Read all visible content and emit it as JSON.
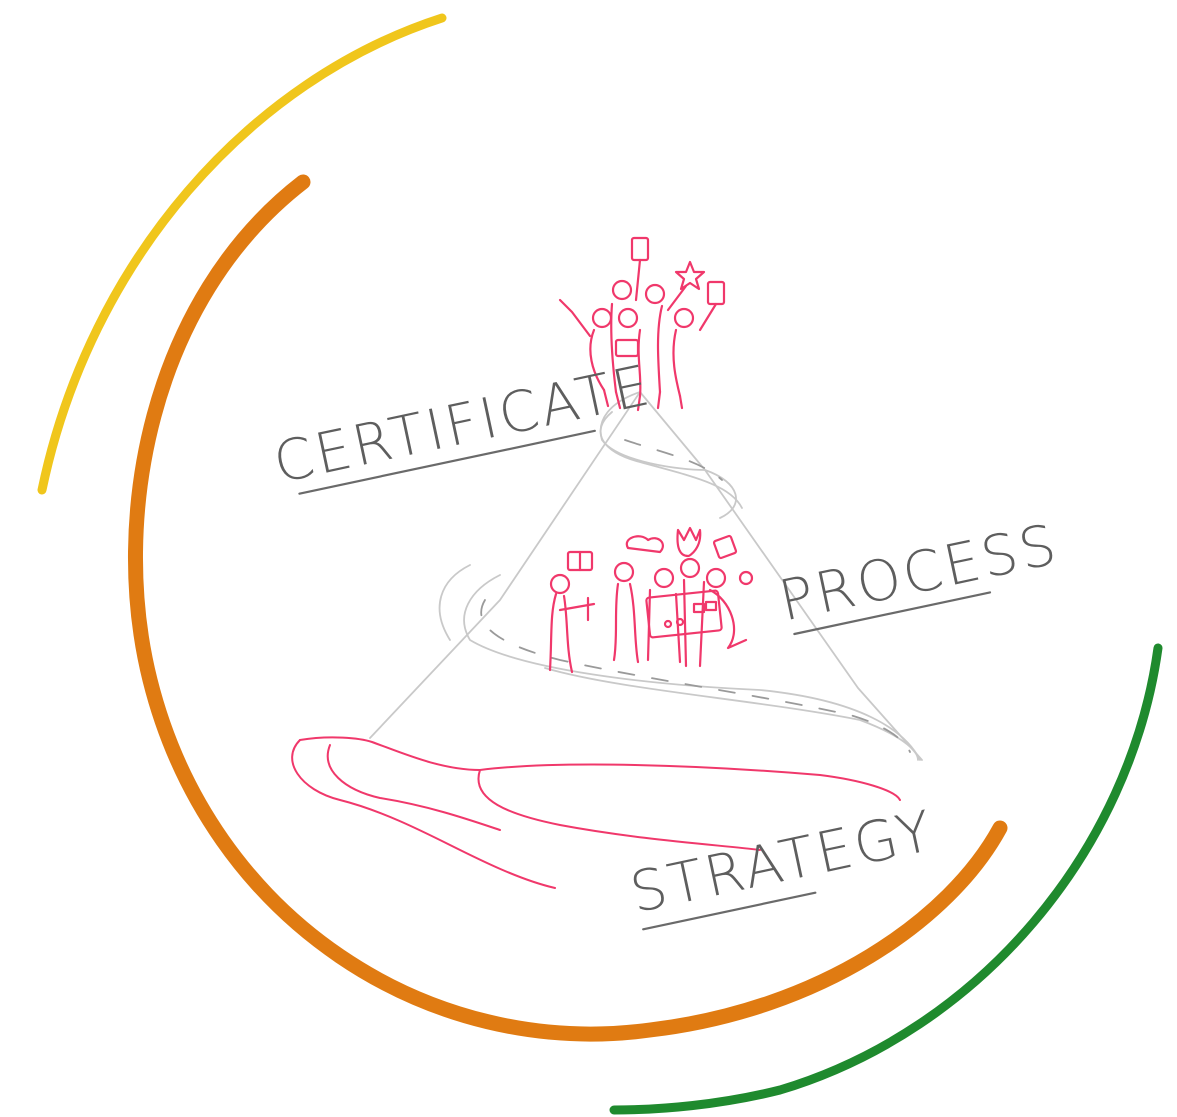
{
  "labels": {
    "certificate": "CERTIFICATE",
    "process": "PROCESS",
    "strategy": "STRATEGY"
  },
  "colors": {
    "arc_yellow": "#f0c61c",
    "arc_orange": "#e07b12",
    "arc_green": "#1f8a2e",
    "sketch_accent": "#f0386b",
    "label_text": "#5e5e5e"
  },
  "icons": [
    "mountain-icon",
    "road-icon",
    "hand-icon",
    "celebrating-people-icon",
    "team-workshop-icon"
  ]
}
